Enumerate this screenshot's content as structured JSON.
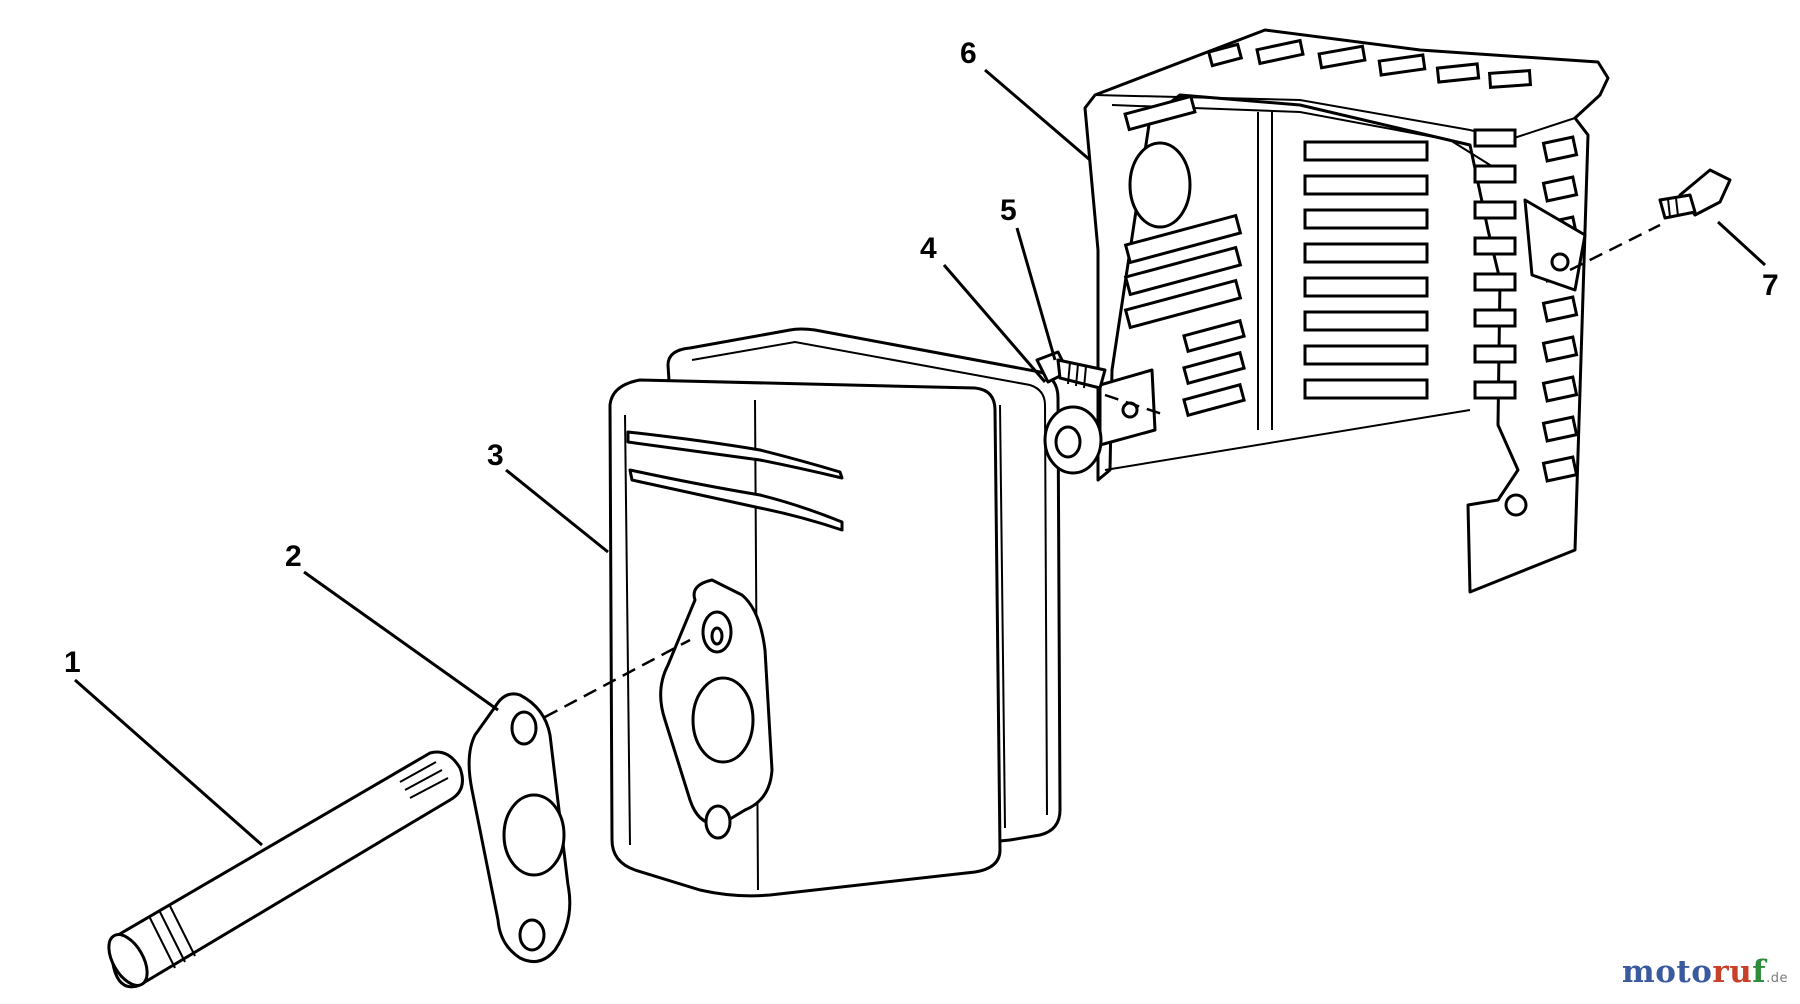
{
  "callouts": {
    "c1": "1",
    "c2": "2",
    "c3": "3",
    "c4": "4",
    "c5": "5",
    "c6": "6",
    "c7": "7"
  },
  "watermark": {
    "part_a": "moto",
    "part_b": "ru",
    "part_c": "f",
    "part_d": ".de"
  }
}
